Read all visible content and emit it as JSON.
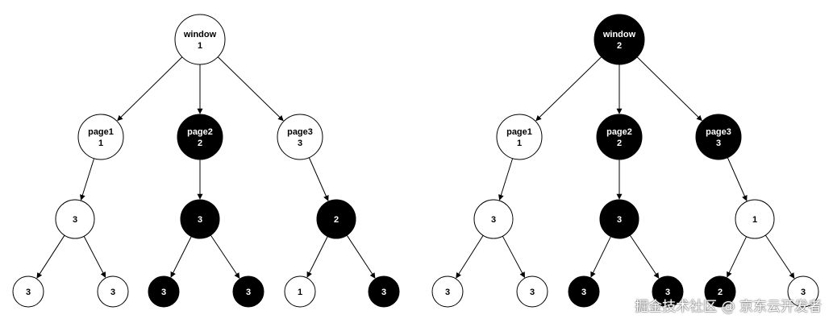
{
  "colors": {
    "white_fill": "#ffffff",
    "black_fill": "#000000",
    "edge": "#333333"
  },
  "trees": [
    {
      "id": "left-tree",
      "nodes": [
        {
          "id": "l-window",
          "label": "window",
          "value": "1",
          "fill": "white"
        },
        {
          "id": "l-page1",
          "label": "page1",
          "value": "1",
          "fill": "white"
        },
        {
          "id": "l-page2",
          "label": "page2",
          "value": "2",
          "fill": "black"
        },
        {
          "id": "l-page3",
          "label": "page3",
          "value": "3",
          "fill": "white"
        },
        {
          "id": "l-p1-c",
          "label": "",
          "value": "3",
          "fill": "white"
        },
        {
          "id": "l-p2-c",
          "label": "",
          "value": "3",
          "fill": "black"
        },
        {
          "id": "l-p3-c",
          "label": "",
          "value": "2",
          "fill": "black"
        },
        {
          "id": "l-p1-c-l",
          "label": "",
          "value": "3",
          "fill": "white"
        },
        {
          "id": "l-p1-c-r",
          "label": "",
          "value": "3",
          "fill": "white"
        },
        {
          "id": "l-p2-c-l",
          "label": "",
          "value": "3",
          "fill": "black"
        },
        {
          "id": "l-p2-c-r",
          "label": "",
          "value": "3",
          "fill": "black"
        },
        {
          "id": "l-p3-c-l",
          "label": "",
          "value": "1",
          "fill": "white"
        },
        {
          "id": "l-p3-c-r",
          "label": "",
          "value": "3",
          "fill": "black"
        }
      ],
      "edges": [
        [
          "l-window",
          "l-page1"
        ],
        [
          "l-window",
          "l-page2"
        ],
        [
          "l-window",
          "l-page3"
        ],
        [
          "l-page1",
          "l-p1-c"
        ],
        [
          "l-page2",
          "l-p2-c"
        ],
        [
          "l-page3",
          "l-p3-c"
        ],
        [
          "l-p1-c",
          "l-p1-c-l"
        ],
        [
          "l-p1-c",
          "l-p1-c-r"
        ],
        [
          "l-p2-c",
          "l-p2-c-l"
        ],
        [
          "l-p2-c",
          "l-p2-c-r"
        ],
        [
          "l-p3-c",
          "l-p3-c-l"
        ],
        [
          "l-p3-c",
          "l-p3-c-r"
        ]
      ]
    },
    {
      "id": "right-tree",
      "nodes": [
        {
          "id": "r-window",
          "label": "window",
          "value": "2",
          "fill": "black"
        },
        {
          "id": "r-page1",
          "label": "page1",
          "value": "1",
          "fill": "white"
        },
        {
          "id": "r-page2",
          "label": "page2",
          "value": "2",
          "fill": "black"
        },
        {
          "id": "r-page3",
          "label": "page3",
          "value": "3",
          "fill": "black"
        },
        {
          "id": "r-p1-c",
          "label": "",
          "value": "3",
          "fill": "white"
        },
        {
          "id": "r-p2-c",
          "label": "",
          "value": "3",
          "fill": "black"
        },
        {
          "id": "r-p3-c",
          "label": "",
          "value": "1",
          "fill": "white"
        },
        {
          "id": "r-p1-c-l",
          "label": "",
          "value": "3",
          "fill": "white"
        },
        {
          "id": "r-p1-c-r",
          "label": "",
          "value": "3",
          "fill": "white"
        },
        {
          "id": "r-p2-c-l",
          "label": "",
          "value": "3",
          "fill": "black"
        },
        {
          "id": "r-p2-c-r",
          "label": "",
          "value": "3",
          "fill": "black"
        },
        {
          "id": "r-p3-c-l",
          "label": "",
          "value": "2",
          "fill": "black"
        },
        {
          "id": "r-p3-c-r",
          "label": "",
          "value": "3",
          "fill": "white"
        }
      ],
      "edges": [
        [
          "r-window",
          "r-page1"
        ],
        [
          "r-window",
          "r-page2"
        ],
        [
          "r-window",
          "r-page3"
        ],
        [
          "r-page1",
          "r-p1-c"
        ],
        [
          "r-page2",
          "r-p2-c"
        ],
        [
          "r-page3",
          "r-p3-c"
        ],
        [
          "r-p1-c",
          "r-p1-c-l"
        ],
        [
          "r-p1-c",
          "r-p1-c-r"
        ],
        [
          "r-p2-c",
          "r-p2-c-l"
        ],
        [
          "r-p2-c",
          "r-p2-c-r"
        ],
        [
          "r-p3-c",
          "r-p3-c-l"
        ],
        [
          "r-p3-c",
          "r-p3-c-r"
        ]
      ]
    }
  ],
  "watermark": "掘金技术社区 @ 京东云开发者"
}
